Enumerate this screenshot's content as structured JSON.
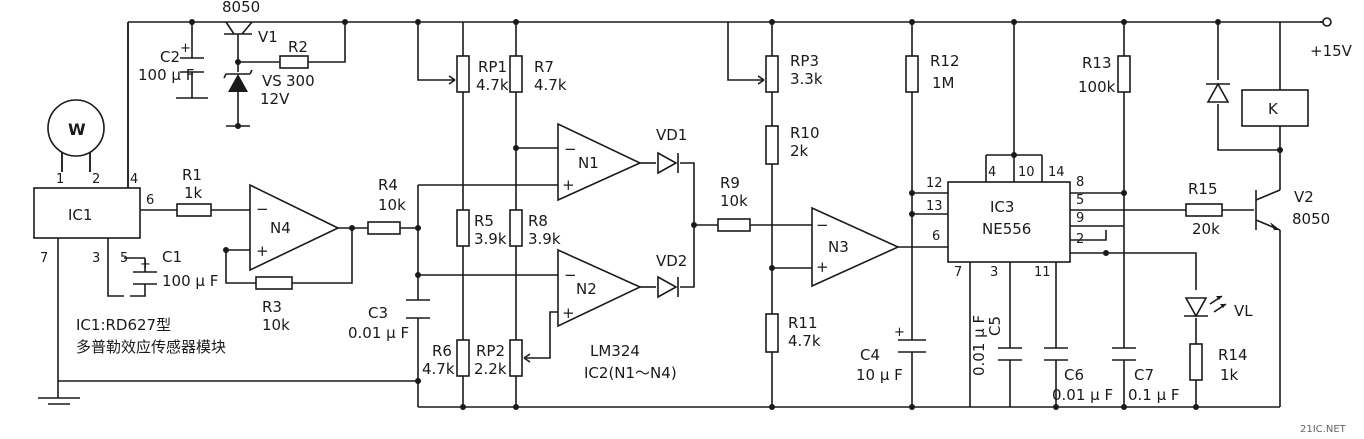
{
  "components": {
    "ic1": {
      "ref": "IC1",
      "pins": [
        "1",
        "2",
        "4",
        "6",
        "3",
        "5",
        "7"
      ],
      "sensor": "W"
    },
    "c2": {
      "ref": "C2",
      "value": "100 μ F"
    },
    "v1": {
      "ref": "V1",
      "part": "8050"
    },
    "r2": {
      "ref": "R2",
      "value": "300"
    },
    "vs": {
      "ref": "VS",
      "value": "12V"
    },
    "r1": {
      "ref": "R1",
      "value": "1k"
    },
    "c1": {
      "ref": "C1",
      "value": "100 μ F"
    },
    "n4": {
      "ref": "N4"
    },
    "r3": {
      "ref": "R3",
      "value": "10k"
    },
    "r4": {
      "ref": "R4",
      "value": "10k"
    },
    "c3": {
      "ref": "C3",
      "value": "0.01 μ F"
    },
    "rp1": {
      "ref": "RP1",
      "value": "4.7k"
    },
    "r7": {
      "ref": "R7",
      "value": "4.7k"
    },
    "r5": {
      "ref": "R5",
      "value": "3.9k"
    },
    "r8": {
      "ref": "R8",
      "value": "3.9k"
    },
    "r6": {
      "ref": "R6",
      "value": "4.7k"
    },
    "rp2": {
      "ref": "RP2",
      "value": "2.2k"
    },
    "n1": {
      "ref": "N1"
    },
    "n2": {
      "ref": "N2"
    },
    "vd1": {
      "ref": "VD1"
    },
    "vd2": {
      "ref": "VD2"
    },
    "ic2": {
      "part": "LM324",
      "desc": "IC2(N1～N4)"
    },
    "r9": {
      "ref": "R9",
      "value": "10k"
    },
    "rp3": {
      "ref": "RP3",
      "value": "3.3k"
    },
    "r10": {
      "ref": "R10",
      "value": "2k"
    },
    "r11": {
      "ref": "R11",
      "value": "4.7k"
    },
    "n3": {
      "ref": "N3"
    },
    "r12": {
      "ref": "R12",
      "value": "1M"
    },
    "c4": {
      "ref": "C4",
      "value": "10 μ F"
    },
    "ic3": {
      "ref": "IC3",
      "part": "NE556",
      "pins": [
        "4",
        "10",
        "14",
        "12",
        "13",
        "6",
        "8",
        "5",
        "9",
        "2",
        "7",
        "3",
        "11"
      ]
    },
    "c5": {
      "ref": "C5",
      "value": "0.01 μ F"
    },
    "c6": {
      "ref": "C6",
      "value": "0.01 μ F"
    },
    "r13": {
      "ref": "R13",
      "value": "100k"
    },
    "c7": {
      "ref": "C7",
      "value": "0.1 μ F"
    },
    "k": {
      "ref": "K"
    },
    "r15": {
      "ref": "R15",
      "value": "20k"
    },
    "v2": {
      "ref": "V2",
      "part": "8050"
    },
    "vl": {
      "ref": "VL"
    },
    "r14": {
      "ref": "R14",
      "value": "1k"
    }
  },
  "supply": "+15V",
  "caption": {
    "line1": "IC1:RD627型",
    "line2": "多普勒效应传感器模块"
  },
  "watermark": "21IC.NET",
  "symbols": {
    "op_minus": "−",
    "op_plus": "+",
    "cap_plus": "+"
  }
}
